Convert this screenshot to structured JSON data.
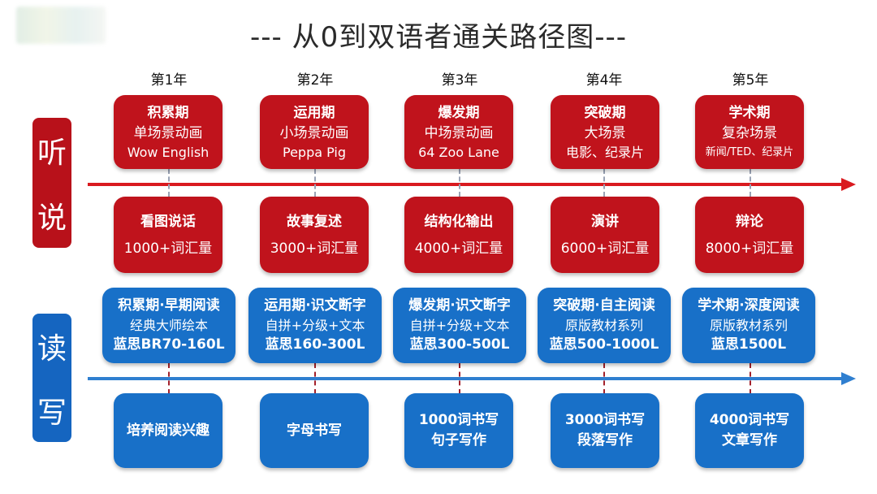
{
  "title": "--- 从0到双语者通关路径图---",
  "sides": {
    "top": [
      "听",
      "说"
    ],
    "bottom": [
      "读",
      "写"
    ]
  },
  "years": [
    "第1年",
    "第2年",
    "第3年",
    "第4年",
    "第5年"
  ],
  "listen": [
    {
      "stage": "积累期",
      "line2": "单场景动画",
      "line3": "Wow English"
    },
    {
      "stage": "运用期",
      "line2": "小场景动画",
      "line3": "Peppa Pig"
    },
    {
      "stage": "爆发期",
      "line2": "中场景动画",
      "line3": "64 Zoo Lane"
    },
    {
      "stage": "突破期",
      "line2": "大场景",
      "line3": "电影、纪录片"
    },
    {
      "stage": "学术期",
      "line2": "复杂场景",
      "line3": "新闻/TED、纪录片"
    }
  ],
  "speak": [
    {
      "title": "看图说话",
      "vocab": "1000+词汇量"
    },
    {
      "title": "故事复述",
      "vocab": "3000+词汇量"
    },
    {
      "title": "结构化输出",
      "vocab": "4000+词汇量"
    },
    {
      "title": "演讲",
      "vocab": "6000+词汇量"
    },
    {
      "title": "辩论",
      "vocab": "8000+词汇量"
    }
  ],
  "read": [
    {
      "title": "积累期·早期阅读",
      "material": "经典大师绘本",
      "lexile": "蓝思BR70-160L"
    },
    {
      "title": "运用期·识文断字",
      "material": "自拼+分级+文本",
      "lexile": "蓝思160-300L"
    },
    {
      "title": "爆发期·识文断字",
      "material": "自拼+分级+文本",
      "lexile": "蓝思300-500L"
    },
    {
      "title": "突破期·自主阅读",
      "material": "原版教材系列",
      "lexile": "蓝思500-1000L"
    },
    {
      "title": "学术期·深度阅读",
      "material": "原版教材系列",
      "lexile": "蓝思1500L"
    }
  ],
  "write": [
    {
      "line1": "培养阅读兴趣",
      "line2": ""
    },
    {
      "line1": "字母书写",
      "line2": ""
    },
    {
      "line1": "1000词书写",
      "line2": "句子写作"
    },
    {
      "line1": "3000词书写",
      "line2": "段落写作"
    },
    {
      "line1": "4000词书写",
      "line2": "文章写作"
    }
  ],
  "colors": {
    "red": "#c0131c",
    "blue": "#1870c8",
    "red_arrow": "#d91a1f",
    "blue_arrow": "#2f7fd0"
  }
}
